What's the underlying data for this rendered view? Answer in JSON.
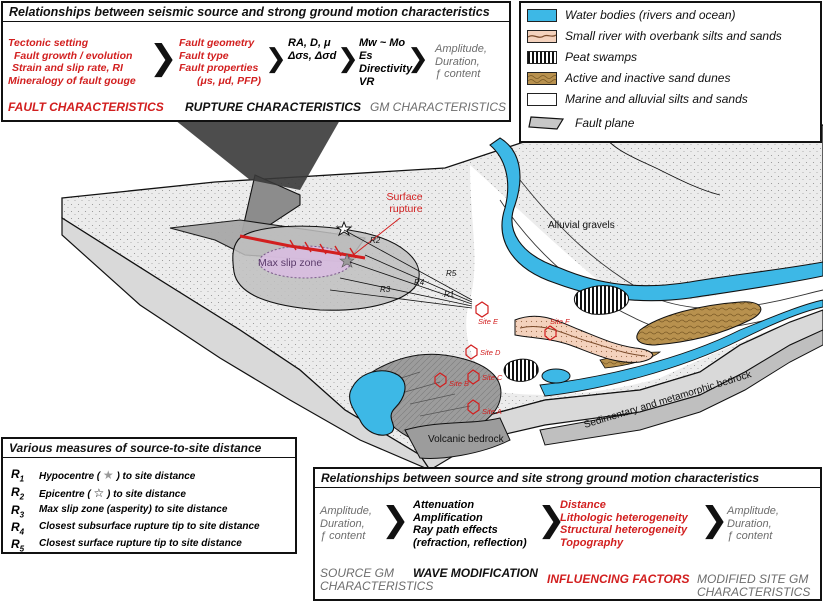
{
  "source_panel": {
    "title": "Relationships between seismic source and strong ground motion characteristics",
    "fault_items": [
      "Tectonic setting",
      "Fault growth / evolution",
      "Strain and slip rate, RI",
      "Mineralogy of fault gouge"
    ],
    "rupture_items": [
      "Fault geometry",
      "Fault type",
      "Fault properties",
      "(μs, μd, PFP)"
    ],
    "params_1": [
      "RA, D, μ",
      "Δσs, Δσd"
    ],
    "params_2": [
      "Mw ~ Mo",
      "Es",
      "Directivity",
      "VR"
    ],
    "gm_items": [
      "Amplitude,",
      "Duration,",
      "ƒ content"
    ],
    "fault_caption": "FAULT CHARACTERISTICS",
    "rupture_caption": "RUPTURE CHARACTERISTICS",
    "gm_caption": "GM CHARACTERISTICS"
  },
  "legend": {
    "items": [
      {
        "label": "Water bodies (rivers and ocean)",
        "swatch": "water",
        "color": "#3db8e6"
      },
      {
        "label": "Small river with overbank silts and sands",
        "swatch": "river",
        "color": "#f4d2bd"
      },
      {
        "label": "Peat swamps",
        "swatch": "peat",
        "color": "#111111"
      },
      {
        "label": "Active and inactive sand dunes",
        "swatch": "dunes",
        "color": "#b8914e"
      },
      {
        "label": "Marine and alluvial silts and sands",
        "swatch": "marine",
        "color": "#ffffff"
      },
      {
        "label": "Fault plane",
        "swatch": "fault",
        "color": "#c7c7c7"
      }
    ]
  },
  "map": {
    "surface_rupture_label": [
      "Surface",
      "rupture"
    ],
    "max_slip_label": "Max slip zone",
    "alluvial_label": "Alluvial gravels",
    "sedimentary_label": "Sedimentary and metamorphic bedrock",
    "volcanic_label": "Volcanic bedrock",
    "r_labels": [
      "R2",
      "R5",
      "R4",
      "R1",
      "R3"
    ],
    "sites": [
      "Site E",
      "Site F",
      "Site D",
      "Site C",
      "Site B",
      "Site A"
    ]
  },
  "distance_panel": {
    "title": "Various measures of source-to-site distance",
    "rows": [
      {
        "sym": "R",
        "sub": "1",
        "text_before": "Hypocentre (",
        "marker": "filled-star",
        "text_after": ") to site distance"
      },
      {
        "sym": "R",
        "sub": "2",
        "text_before": "Epicentre (",
        "marker": "open-star",
        "text_after": ") to site distance"
      },
      {
        "sym": "R",
        "sub": "3",
        "text_before": "Max slip zone (asperity) to site distance",
        "marker": "",
        "text_after": ""
      },
      {
        "sym": "R",
        "sub": "4",
        "text_before": "Closest subsurface rupture tip to site distance",
        "marker": "",
        "text_after": ""
      },
      {
        "sym": "R",
        "sub": "5",
        "text_before": "Closest surface rupture tip to site distance",
        "marker": "",
        "text_after": ""
      }
    ]
  },
  "site_panel": {
    "title": "Relationships between source and site strong ground motion characteristics",
    "source_items": [
      "Amplitude,",
      "Duration,",
      "ƒ content"
    ],
    "wave_items": [
      "Attenuation",
      "Amplification",
      "Ray path effects",
      "(refraction, reflection)"
    ],
    "factor_items": [
      "Distance",
      "Lithologic heterogeneity",
      "Structural heterogeneity",
      "Topography"
    ],
    "modified_items": [
      "Amplitude,",
      "Duration,",
      "ƒ content"
    ],
    "source_caption": [
      "SOURCE  GM",
      "CHARACTERISTICS"
    ],
    "wave_caption": "WAVE MODIFICATION",
    "factor_caption": "INFLUENCING FACTORS",
    "modified_caption": [
      "MODIFIED SITE GM",
      "CHARACTERISTICS"
    ]
  }
}
